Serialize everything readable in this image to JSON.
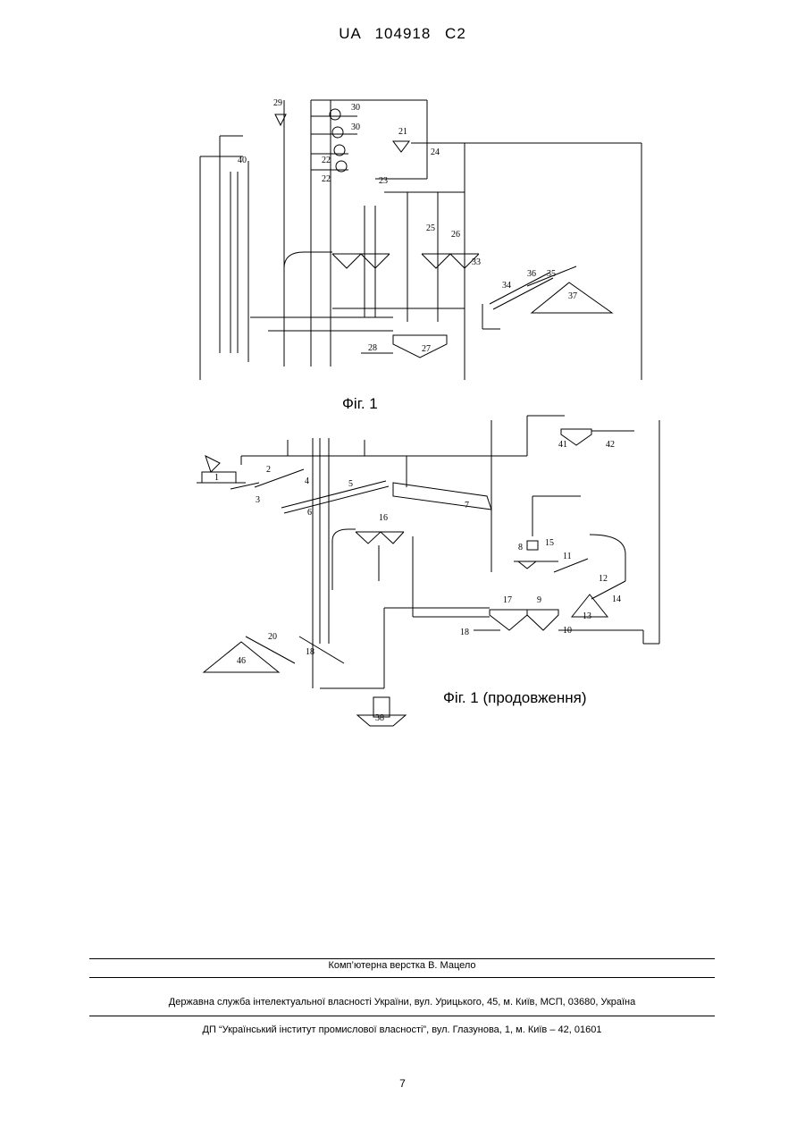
{
  "header": {
    "title": "UA   104918   C2"
  },
  "figure1": {
    "caption": "Фіг. 1",
    "labels": [
      "29",
      "30",
      "30",
      "21",
      "24",
      "40",
      "22",
      "22",
      "23",
      "25",
      "26",
      "33",
      "36",
      "35",
      "34",
      "37",
      "28",
      "27"
    ]
  },
  "figure2": {
    "caption": "Фіг. 1 (продовження)",
    "labels": [
      "41",
      "42",
      "1",
      "2",
      "3",
      "4",
      "5",
      "6",
      "7",
      "16",
      "8",
      "15",
      "11",
      "12",
      "13",
      "14",
      "17",
      "9",
      "18",
      "10",
      "20",
      "18",
      "46",
      "38"
    ]
  },
  "footer": {
    "layout_credit": "Комп’ютерна верстка В. Мацело",
    "line2": "Державна служба інтелектуальної власності України, вул. Урицького, 45, м. Київ, МСП, 03680, Україна",
    "line3": "ДП “Український інститут промислової власності”, вул. Глазунова, 1, м. Київ – 42, 01601"
  },
  "page_number": "7"
}
